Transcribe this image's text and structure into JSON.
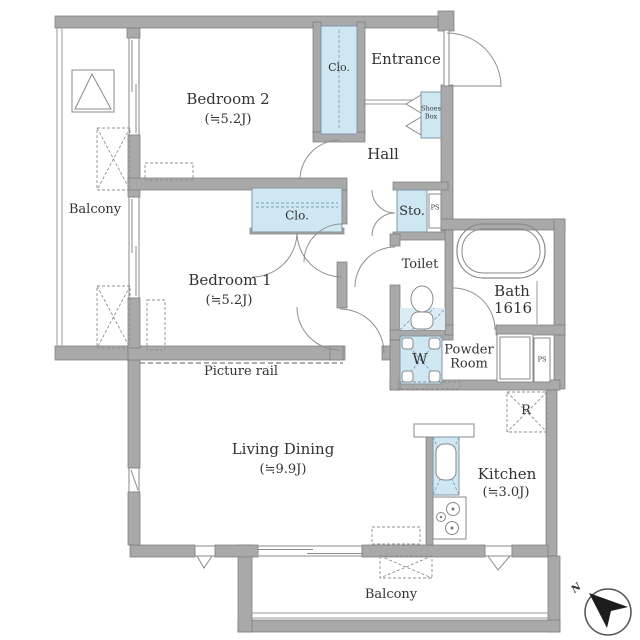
{
  "plan": {
    "rooms": {
      "bedroom2": {
        "name": "Bedroom 2",
        "size": "(≒5.2J)"
      },
      "bedroom1": {
        "name": "Bedroom 1",
        "size": "(≒5.2J)"
      },
      "living_dining": {
        "name": "Living Dining",
        "size": "(≒9.9J)"
      },
      "kitchen": {
        "name": "Kitchen",
        "size": "(≒3.0J)"
      },
      "entrance": {
        "name": "Entrance"
      },
      "hall": {
        "name": "Hall"
      },
      "toilet": {
        "name": "Toilet"
      },
      "bath": {
        "name": "Bath",
        "size": "1616"
      },
      "powder_room": {
        "name": "Powder Room"
      },
      "balcony_left": {
        "name": "Balcony"
      },
      "balcony_bottom": {
        "name": "Balcony"
      }
    },
    "fixtures": {
      "closet_upper": "Clo.",
      "closet_lower": "Clo.",
      "shoes_box": "Shoes Box",
      "storage": "Sto.",
      "washing_machine": "W",
      "refrigerator": "R",
      "pipe_space_upper": "PS",
      "pipe_space_lower": "PS",
      "picture_rail": "Picture rail"
    },
    "compass": {
      "north": "N"
    },
    "colors": {
      "wall_fill": "#a9a9a9",
      "wall_stroke": "#7d7d7d",
      "closet_fill": "#cfe6f3",
      "line": "#8a8a8a",
      "text": "#333333"
    }
  }
}
